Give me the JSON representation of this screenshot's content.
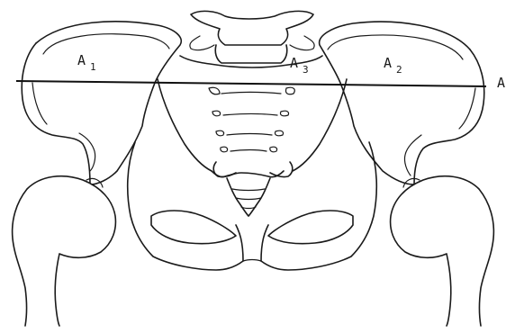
{
  "labels": {
    "a1": {
      "main": "A",
      "sub": "1"
    },
    "a2": {
      "main": "A",
      "sub": "2"
    },
    "a3": {
      "main": "A",
      "sub": "3"
    },
    "edge": {
      "main": "A"
    }
  },
  "colors": {
    "ink": "#1a1a1a",
    "background": "#ffffff"
  }
}
